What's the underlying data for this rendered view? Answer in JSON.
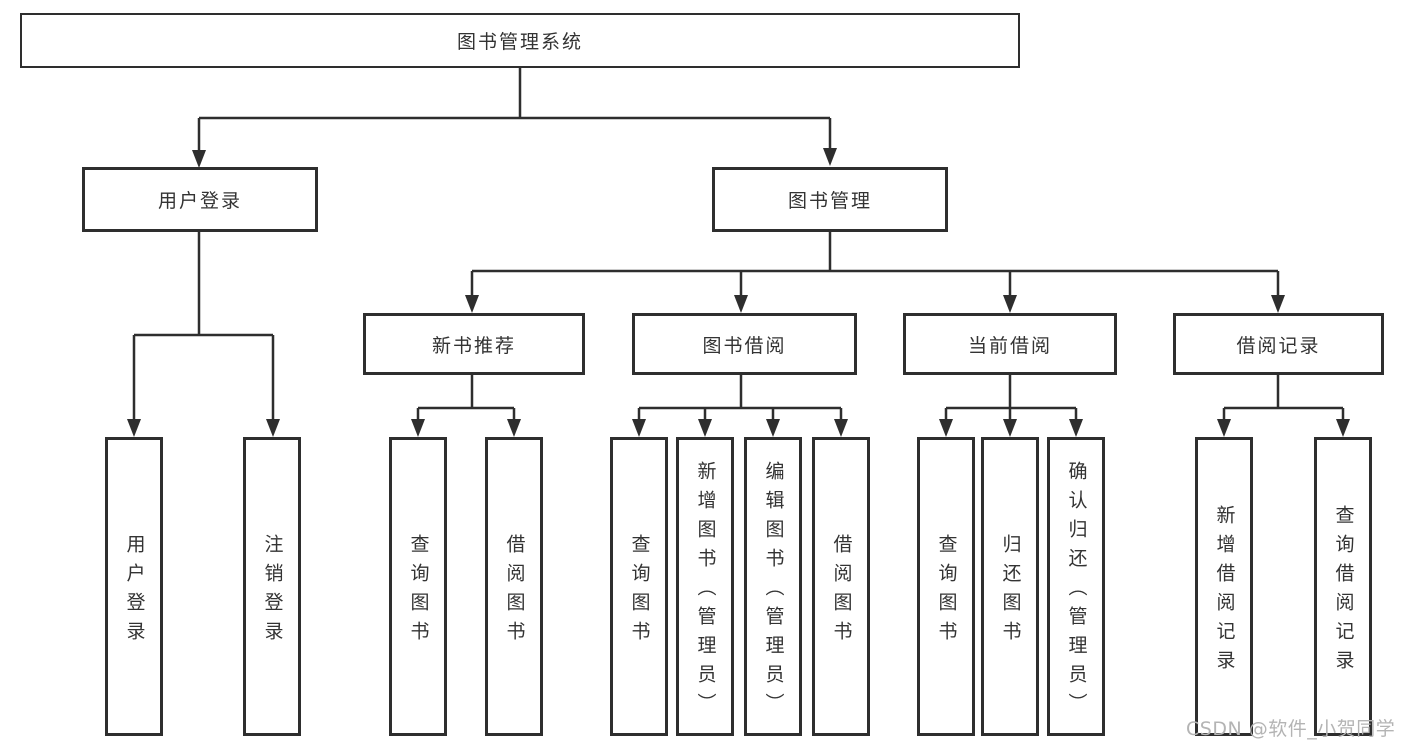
{
  "colors": {
    "background": "#ffffff",
    "line": "#2e2e2e",
    "box_border": "#2e2e2e",
    "text": "#333333",
    "watermark": "#b4b4b4"
  },
  "tree": {
    "root": {
      "label": "图书管理系统"
    },
    "children": [
      {
        "label": "用户登录",
        "children": [
          {
            "label": "用户登录"
          },
          {
            "label": "注销登录"
          }
        ]
      },
      {
        "label": "图书管理",
        "children": [
          {
            "label": "新书推荐",
            "children": [
              {
                "label": "查询图书"
              },
              {
                "label": "借阅图书"
              }
            ]
          },
          {
            "label": "图书借阅",
            "children": [
              {
                "label": "查询图书"
              },
              {
                "label": "新增图书（管理员）"
              },
              {
                "label": "编辑图书（管理员）"
              },
              {
                "label": "借阅图书"
              }
            ]
          },
          {
            "label": "当前借阅",
            "children": [
              {
                "label": "查询图书"
              },
              {
                "label": "归还图书"
              },
              {
                "label": "确认归还（管理员）"
              }
            ]
          },
          {
            "label": "借阅记录",
            "children": [
              {
                "label": "新增借阅记录"
              },
              {
                "label": "查询借阅记录"
              }
            ]
          }
        ]
      }
    ]
  },
  "watermark": {
    "text": "CSDN @软件_小贺同学"
  }
}
